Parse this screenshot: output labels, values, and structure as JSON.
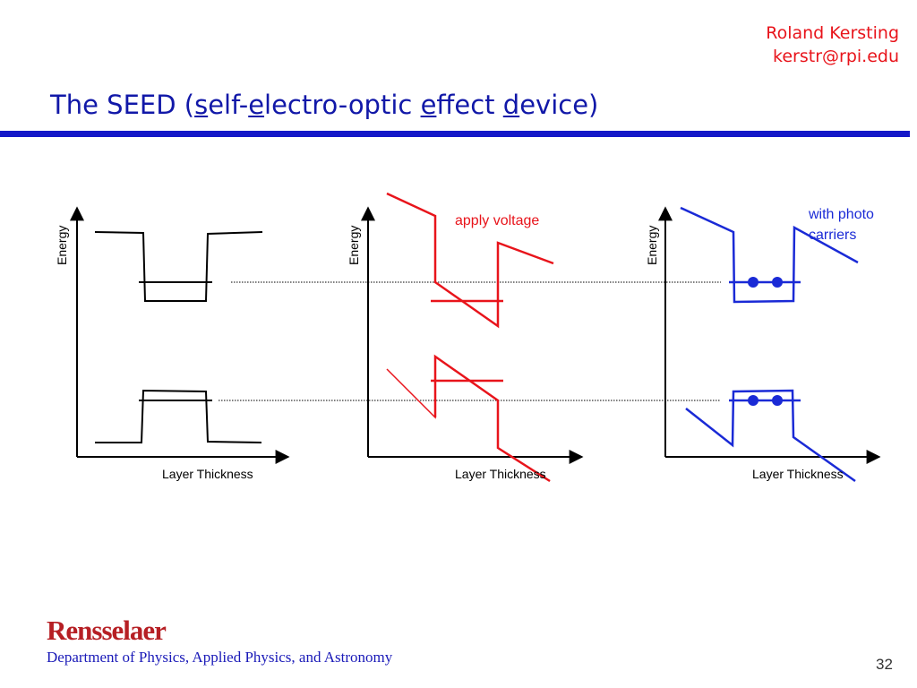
{
  "header": {
    "author_name": "Roland Kersting",
    "author_email": "kerstr@rpi.edu"
  },
  "title": {
    "prefix": "The SEED (",
    "parts": [
      {
        "u": "s",
        "rest": "elf-"
      },
      {
        "u": "e",
        "rest": "lectro-optic "
      },
      {
        "u": "e",
        "rest": "ffect "
      },
      {
        "u": "d",
        "rest": "evice"
      }
    ],
    "suffix": ")"
  },
  "diagrams": [
    {
      "y_label": "Energy",
      "x_label": "Layer Thickness",
      "color": "#000000"
    },
    {
      "y_label": "Energy",
      "x_label": "Layer Thickness",
      "color": "#e8141b",
      "note": "apply voltage"
    },
    {
      "y_label": "Energy",
      "x_label": "Layer Thickness",
      "color": "#1a2ad6",
      "note_lines": [
        "with photo",
        "carriers"
      ]
    }
  ],
  "footer": {
    "logo": "Rensselaer",
    "department": "Department of Physics, Applied Physics, and Astronomy",
    "page_number": "32"
  }
}
